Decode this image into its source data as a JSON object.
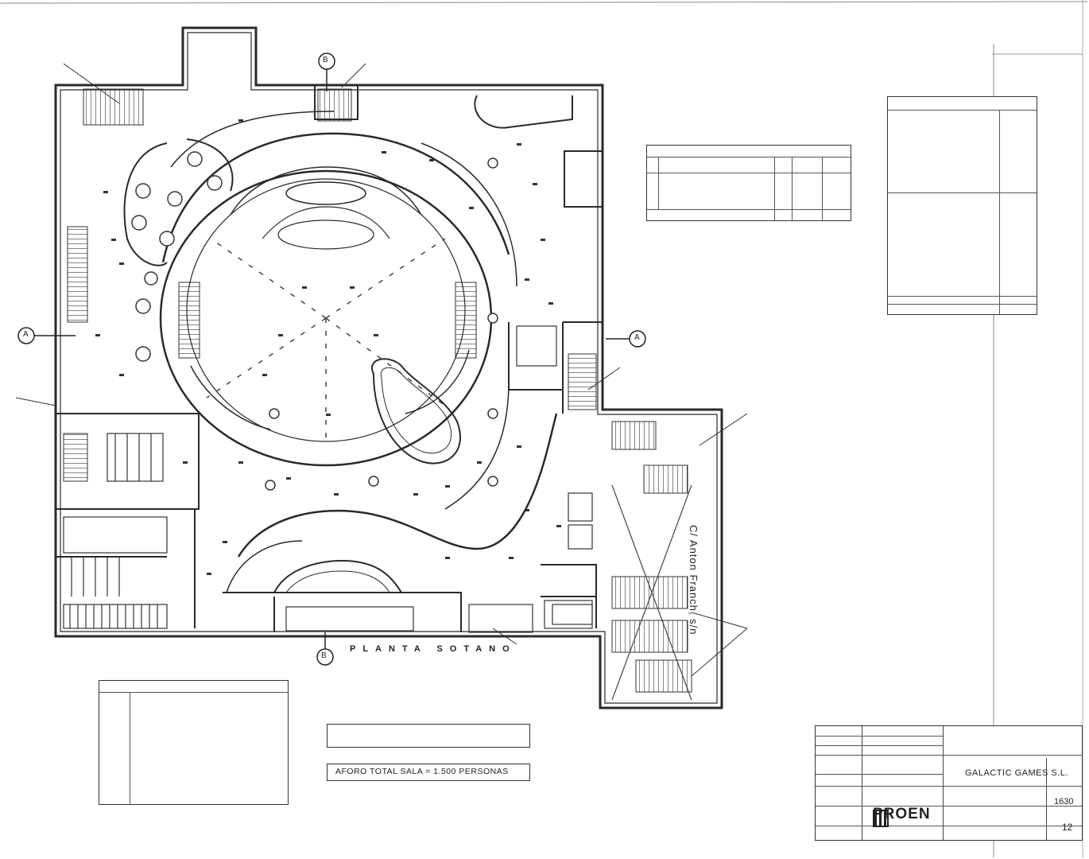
{
  "plan_title": "PLANTA SOTANO",
  "street_label": "C/ Anton Franch, s/n",
  "section_markers": [
    "A",
    "A",
    "B",
    "B"
  ],
  "capacity_note": "AFORO TOTAL SALA = 1.500 PERSONAS",
  "company": "GALACTIC GAMES S.L.",
  "firm_logo": "PROEN",
  "sheet_number": "12",
  "drawing_code": "1630",
  "colors": {
    "line": "#2a2a2a",
    "paper": "#ffffff",
    "border": "#333333"
  },
  "icons": [
    "stair-hatch-icon",
    "table-cluster-icon",
    "slot-machine-icon",
    "section-marker-icon",
    "proen-logo-icon"
  ]
}
